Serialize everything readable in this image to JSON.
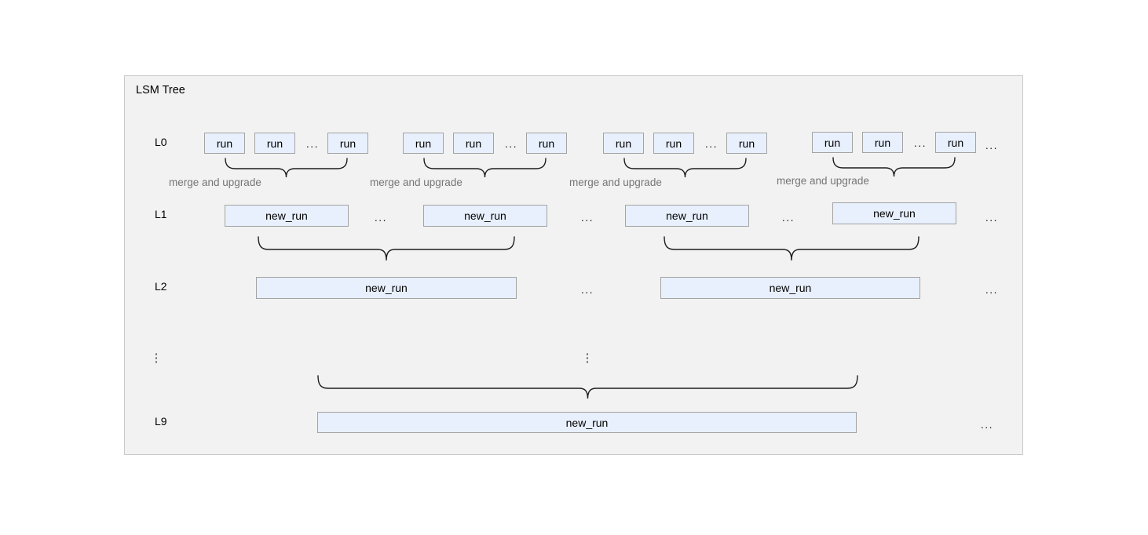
{
  "title": "LSM Tree",
  "colors": {
    "container_bg": "#f2f2f2",
    "container_border": "#c9c9c9",
    "box_fill": "#e8f0fd",
    "box_border": "#a3a3a3",
    "brace_stroke": "#1c1c1c",
    "merge_label_color": "#757575"
  },
  "levels": {
    "l0": {
      "label": "L0",
      "groups": [
        {
          "runs": [
            "run",
            "run",
            "run"
          ],
          "dots": "...",
          "merge_label": "merge and upgrade"
        },
        {
          "runs": [
            "run",
            "run",
            "run"
          ],
          "dots": "...",
          "merge_label": "merge and upgrade"
        },
        {
          "runs": [
            "run",
            "run",
            "run"
          ],
          "dots": "...",
          "merge_label": "merge and upgrade"
        },
        {
          "runs": [
            "run",
            "run",
            "run"
          ],
          "dots": "...",
          "merge_label": "merge and upgrade"
        }
      ],
      "trailing_dots": "..."
    },
    "l1": {
      "label": "L1",
      "runs": [
        "new_run",
        "new_run",
        "new_run",
        "new_run"
      ],
      "separator_dots": [
        "...",
        "...",
        "..."
      ],
      "trailing_dots": "..."
    },
    "l2": {
      "label": "L2",
      "runs": [
        "new_run",
        "new_run"
      ],
      "separator_dots": [
        "..."
      ],
      "trailing_dots": "..."
    },
    "ellipsis_row": {
      "left": "⋮",
      "center": "⋮"
    },
    "l9": {
      "label": "L9",
      "runs": [
        "new_run"
      ],
      "trailing_dots": "..."
    }
  }
}
